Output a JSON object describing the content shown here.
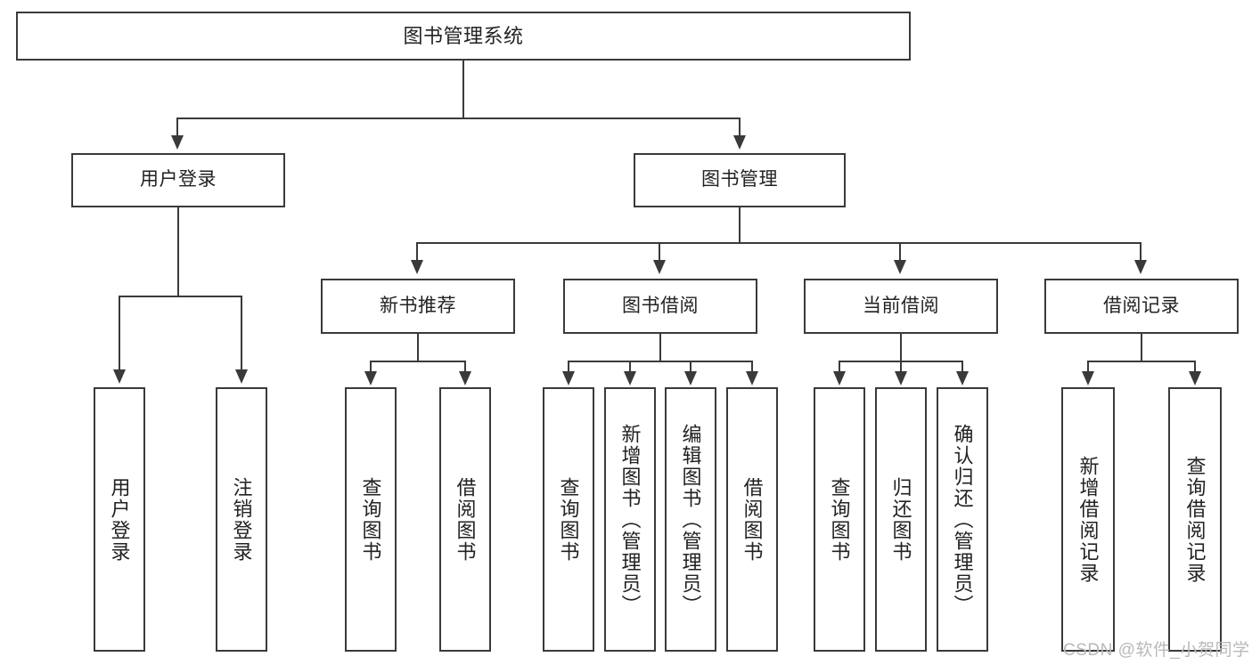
{
  "diagram": {
    "title": "图书管理系统",
    "type": "tree-hierarchy-chart",
    "root": {
      "label": "图书管理系统"
    },
    "level2": [
      {
        "label": "用户登录"
      },
      {
        "label": "图书管理"
      }
    ],
    "level3": [
      {
        "label": "新书推荐"
      },
      {
        "label": "图书借阅"
      },
      {
        "label": "当前借阅"
      },
      {
        "label": "借阅记录"
      }
    ],
    "leaves": {
      "user_login": [
        {
          "label": "用户登录"
        },
        {
          "label": "注销登录"
        }
      ],
      "new_book_recommend": [
        {
          "label": "查询图书"
        },
        {
          "label": "借阅图书"
        }
      ],
      "book_borrow": [
        {
          "label": "查询图书"
        },
        {
          "label": "新增图书（管理员）"
        },
        {
          "label": "编辑图书（管理员）"
        },
        {
          "label": "借阅图书"
        }
      ],
      "current_borrow": [
        {
          "label": "查询图书"
        },
        {
          "label": "归还图书"
        },
        {
          "label": "确认归还（管理员）"
        }
      ],
      "borrow_record": [
        {
          "label": "新增借阅记录"
        },
        {
          "label": "查询借阅记录"
        }
      ]
    }
  },
  "watermark": {
    "text": "CSDN @软件_小贺同学"
  },
  "colors": {
    "stroke": "#3a3a3a",
    "text": "#222222",
    "background": "#ffffff",
    "watermark": "#b9b9b9"
  }
}
